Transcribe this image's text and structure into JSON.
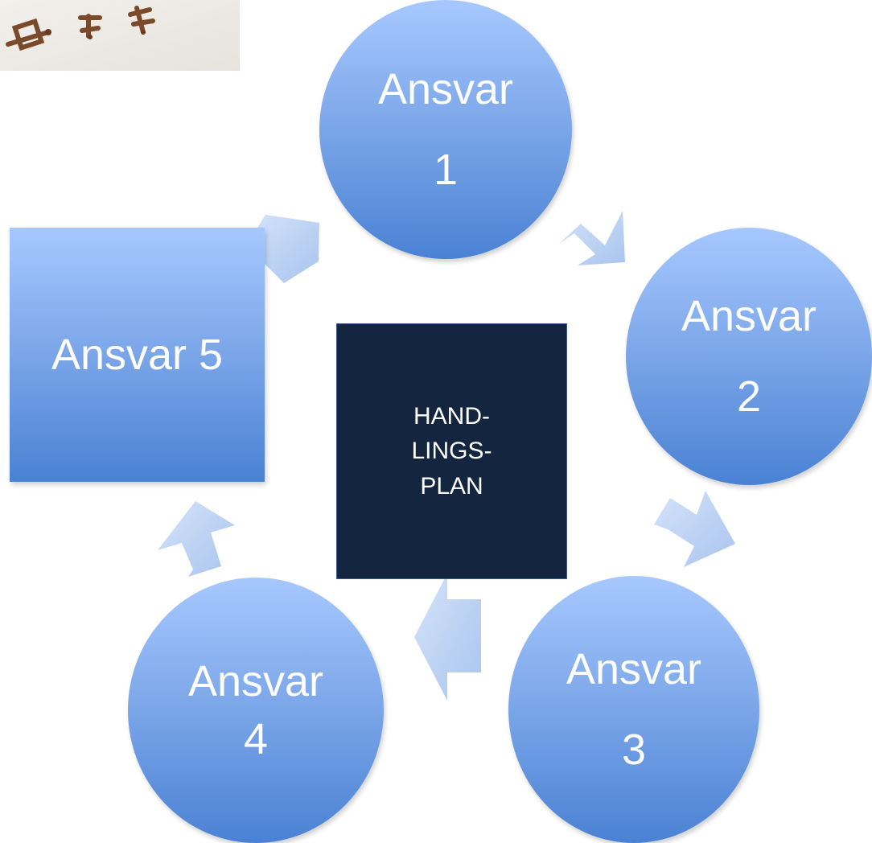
{
  "image": {
    "name": "antique keys photo"
  },
  "nodes": [
    {
      "id": "ansvar-1",
      "line1": "Ansvar",
      "line2": "1"
    },
    {
      "id": "ansvar-2",
      "line1": "Ansvar",
      "line2": "2"
    },
    {
      "id": "ansvar-3",
      "line1": "Ansvar",
      "line2": "3"
    },
    {
      "id": "ansvar-4",
      "line1": "Ansvar",
      "line2": "4"
    },
    {
      "id": "ansvar-5",
      "label": "Ansvar 5"
    }
  ],
  "center": {
    "lines": [
      "HAND-",
      "LINGS-",
      "PLAN"
    ]
  },
  "colors": {
    "node_top": "#a7c8ff",
    "node_bottom": "#4a82d4",
    "center_fill": "#14253f",
    "arrow": "#bcd2f3"
  }
}
